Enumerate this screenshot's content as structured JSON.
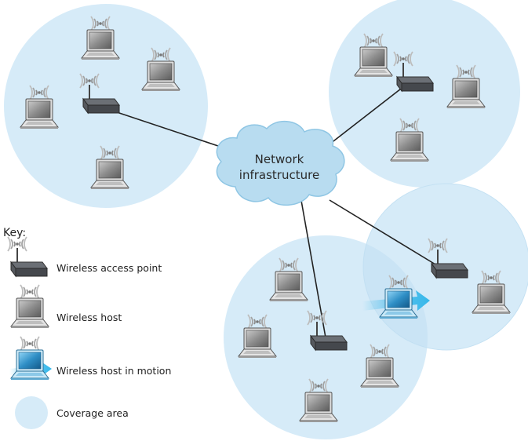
{
  "diagram": {
    "cloud_label_line1": "Network",
    "cloud_label_line2": "infrastructure"
  },
  "key": {
    "title": "Key:",
    "items": [
      {
        "label": "Wireless access point",
        "icon": "access-point-icon"
      },
      {
        "label": "Wireless host",
        "icon": "laptop-icon"
      },
      {
        "label": "Wireless host in motion",
        "icon": "moving-laptop-icon"
      },
      {
        "label": "Coverage area",
        "icon": "coverage-area-icon"
      }
    ]
  },
  "colors": {
    "coverage": "#d6ebf8",
    "cloud": "#b8dcf0",
    "cloud_edge": "#8fc6e4",
    "link": "#222222",
    "device": "#4a4d52",
    "motion_arrow": "#35b7ea",
    "signal": "#8c8c8c"
  }
}
